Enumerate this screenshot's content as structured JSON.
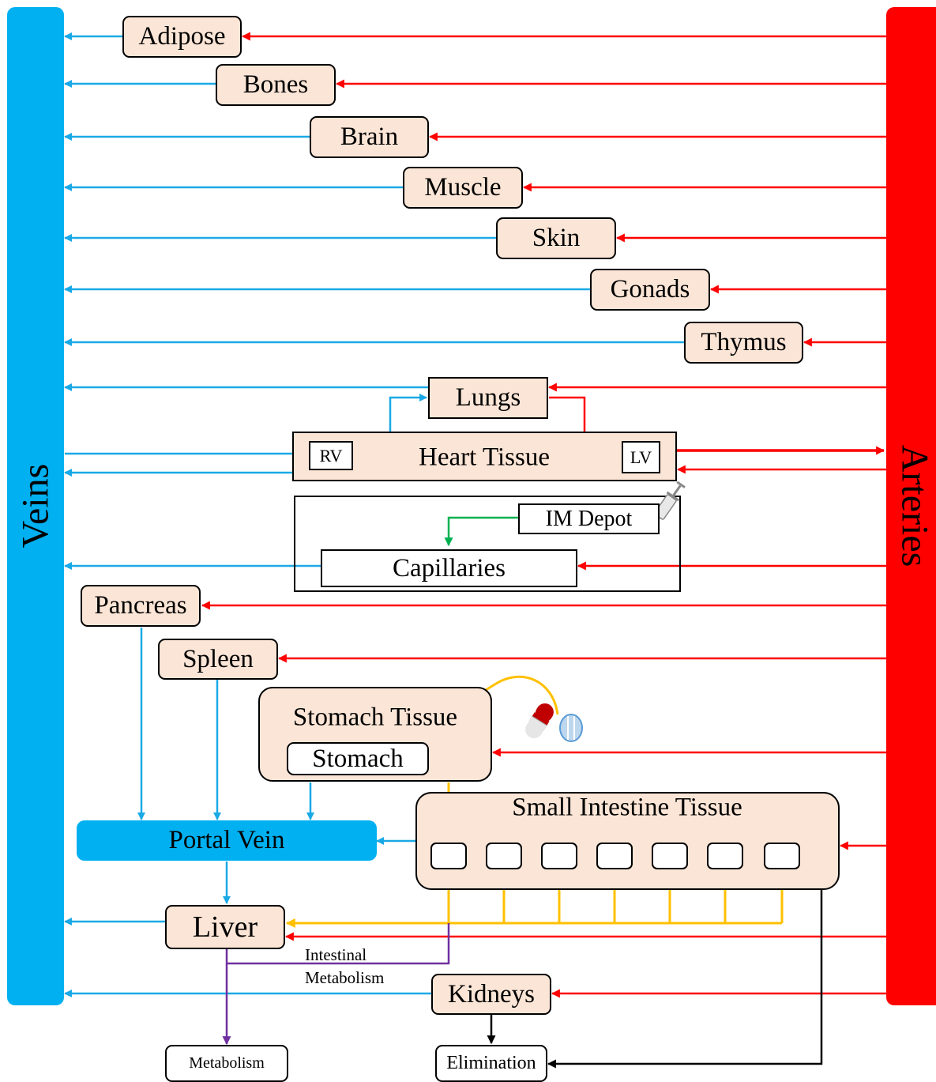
{
  "veins": {
    "label": "Veins",
    "color": "#00b0f0"
  },
  "arteries": {
    "label": "Arteries",
    "color": "#ff0000"
  },
  "organs": {
    "adipose": "Adipose",
    "bones": "Bones",
    "brain": "Brain",
    "muscle": "Muscle",
    "skin": "Skin",
    "gonads": "Gonads",
    "thymus": "Thymus",
    "lungs": "Lungs",
    "pancreas": "Pancreas",
    "spleen": "Spleen",
    "liver": "Liver",
    "kidneys": "Kidneys"
  },
  "heart": {
    "tissue": "Heart Tissue",
    "rv": "RV",
    "lv": "LV"
  },
  "im": {
    "depot": "IM Depot",
    "capillaries": "Capillaries"
  },
  "stomach": {
    "tissue": "Stomach Tissue",
    "lumen": "Stomach"
  },
  "small_intestine": {
    "tissue": "Small Intestine Tissue",
    "segments": 7
  },
  "portal_vein": "Portal Vein",
  "intestinal_metabolism": {
    "line1": "Intestinal",
    "line2": "Metabolism"
  },
  "metabolism": "Metabolism",
  "elimination": "Elimination",
  "colors": {
    "venous": "#1aa9e6",
    "arterial": "#ff0000",
    "oral_absorption": "#ffc000",
    "im_absorption": "#00b050",
    "metabolism": "#7030a0",
    "elimination": "#000000",
    "tissue_fill": "#fbe5d6"
  }
}
